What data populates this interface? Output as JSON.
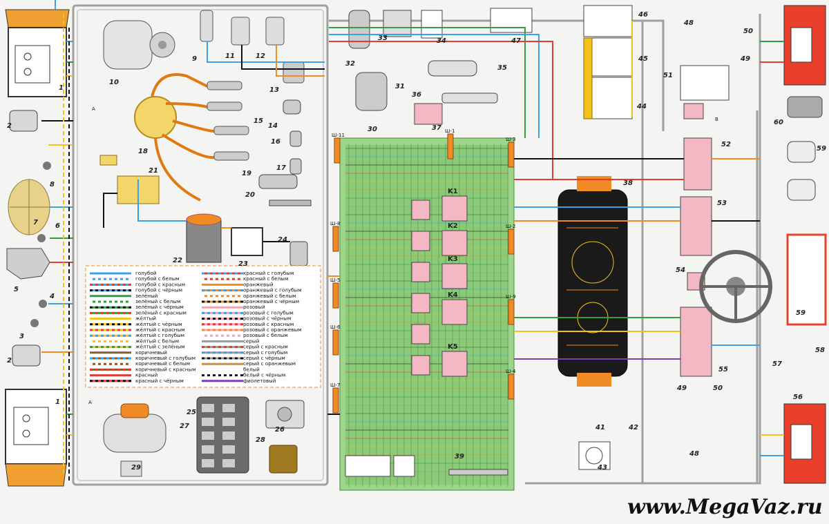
{
  "site": "www.MegaVaz.ru",
  "callouts": [
    {
      "id": "c1a",
      "text": "1"
    },
    {
      "id": "c1b",
      "text": "1"
    },
    {
      "id": "c2a",
      "text": "2"
    },
    {
      "id": "c2b",
      "text": "2"
    },
    {
      "id": "c3",
      "text": "3"
    },
    {
      "id": "c4",
      "text": "4"
    },
    {
      "id": "c5",
      "text": "5"
    },
    {
      "id": "c6",
      "text": "6"
    },
    {
      "id": "c7",
      "text": "7"
    },
    {
      "id": "c8",
      "text": "8"
    },
    {
      "id": "c9",
      "text": "9"
    },
    {
      "id": "c10",
      "text": "10"
    },
    {
      "id": "c11",
      "text": "11"
    },
    {
      "id": "c12",
      "text": "12"
    },
    {
      "id": "c13",
      "text": "13"
    },
    {
      "id": "c14",
      "text": "14"
    },
    {
      "id": "c15",
      "text": "15"
    },
    {
      "id": "c16",
      "text": "16"
    },
    {
      "id": "c17",
      "text": "17"
    },
    {
      "id": "c18",
      "text": "18"
    },
    {
      "id": "c19",
      "text": "19"
    },
    {
      "id": "c20",
      "text": "20"
    },
    {
      "id": "c21",
      "text": "21"
    },
    {
      "id": "c22",
      "text": "22"
    },
    {
      "id": "c23",
      "text": "23"
    },
    {
      "id": "c24",
      "text": "24"
    },
    {
      "id": "c25",
      "text": "25"
    },
    {
      "id": "c26",
      "text": "26"
    },
    {
      "id": "c27",
      "text": "27"
    },
    {
      "id": "c28",
      "text": "28"
    },
    {
      "id": "c29",
      "text": "29"
    },
    {
      "id": "c30",
      "text": "30"
    },
    {
      "id": "c31",
      "text": "31"
    },
    {
      "id": "c32",
      "text": "32"
    },
    {
      "id": "c33",
      "text": "33"
    },
    {
      "id": "c34",
      "text": "34"
    },
    {
      "id": "c35",
      "text": "35"
    },
    {
      "id": "c36",
      "text": "36"
    },
    {
      "id": "c37",
      "text": "37"
    },
    {
      "id": "c38",
      "text": "38"
    },
    {
      "id": "c39",
      "text": "39"
    },
    {
      "id": "c41",
      "text": "41"
    },
    {
      "id": "c42",
      "text": "42"
    },
    {
      "id": "c43",
      "text": "43"
    },
    {
      "id": "c44",
      "text": "44"
    },
    {
      "id": "c45",
      "text": "45"
    },
    {
      "id": "c46",
      "text": "46"
    },
    {
      "id": "c47",
      "text": "47"
    },
    {
      "id": "c48a",
      "text": "48"
    },
    {
      "id": "c48b",
      "text": "48"
    },
    {
      "id": "c49a",
      "text": "49"
    },
    {
      "id": "c49b",
      "text": "49"
    },
    {
      "id": "c50a",
      "text": "50"
    },
    {
      "id": "c50b",
      "text": "50"
    },
    {
      "id": "c51",
      "text": "51"
    },
    {
      "id": "c52",
      "text": "52"
    },
    {
      "id": "c53",
      "text": "53"
    },
    {
      "id": "c54",
      "text": "54"
    },
    {
      "id": "c55",
      "text": "55"
    },
    {
      "id": "c56",
      "text": "56"
    },
    {
      "id": "c57",
      "text": "57"
    },
    {
      "id": "c58",
      "text": "58"
    },
    {
      "id": "c59a",
      "text": "59"
    },
    {
      "id": "c59b",
      "text": "59"
    },
    {
      "id": "c60",
      "text": "60"
    }
  ],
  "connectors": [
    "Ш-11",
    "Ш-1",
    "Ш-3",
    "Ш-8",
    "Ш-2",
    "Ш-5",
    "Ш-9",
    "Ш-6",
    "Ш-7",
    "Ш-4"
  ],
  "relays": [
    "K1",
    "K2",
    "K3",
    "K4",
    "K5"
  ],
  "markers": [
    "A",
    "A",
    "B"
  ],
  "legend_left": [
    {
      "label": "голубой",
      "c1": "#3aa0e8",
      "c2": null
    },
    {
      "label": "голубой с белым",
      "c1": "#3aa0e8",
      "c2": "#ffffff"
    },
    {
      "label": "голубой с красным",
      "c1": "#3aa0e8",
      "c2": "#e53935"
    },
    {
      "label": "голубой с чёрным",
      "c1": "#3aa0e8",
      "c2": "#111111"
    },
    {
      "label": "зелёный",
      "c1": "#2e9e3e",
      "c2": null
    },
    {
      "label": "зелёный с белым",
      "c1": "#2e9e3e",
      "c2": "#ffffff"
    },
    {
      "label": "зелёный с чёрным",
      "c1": "#2e9e3e",
      "c2": "#111111"
    },
    {
      "label": "зелёный с красным",
      "c1": "#2e9e3e",
      "c2": "#e53935"
    },
    {
      "label": "жёлтый",
      "c1": "#f2c21b",
      "c2": null
    },
    {
      "label": "жёлтый с чёрным",
      "c1": "#f2c21b",
      "c2": "#111111"
    },
    {
      "label": "жёлтый с красным",
      "c1": "#f2c21b",
      "c2": "#e53935"
    },
    {
      "label": "жёлтый с голубым",
      "c1": "#f2c21b",
      "c2": "#3aa0e8"
    },
    {
      "label": "жёлтый с белым",
      "c1": "#f2c21b",
      "c2": "#ffffff"
    },
    {
      "label": "жёлтый с зелёным",
      "c1": "#f2c21b",
      "c2": "#2e9e3e"
    },
    {
      "label": "коричневый",
      "c1": "#8a5a2b",
      "c2": null
    },
    {
      "label": "коричневый с голубым",
      "c1": "#8a5a2b",
      "c2": "#3aa0e8"
    },
    {
      "label": "коричневый с белым",
      "c1": "#8a5a2b",
      "c2": "#ffffff"
    },
    {
      "label": "коричневый с красным",
      "c1": "#8a5a2b",
      "c2": "#e53935"
    },
    {
      "label": "красный",
      "c1": "#e53935",
      "c2": null
    },
    {
      "label": "красный с чёрным",
      "c1": "#e53935",
      "c2": "#111111"
    }
  ],
  "legend_right": [
    {
      "label": "красный с голубым",
      "c1": "#e53935",
      "c2": "#3aa0e8"
    },
    {
      "label": "красный с белым",
      "c1": "#e53935",
      "c2": "#ffffff"
    },
    {
      "label": "оранжевый",
      "c1": "#f08a24",
      "c2": null
    },
    {
      "label": "оранжевый с голубым",
      "c1": "#f08a24",
      "c2": "#3aa0e8"
    },
    {
      "label": "оранжевый с белым",
      "c1": "#f08a24",
      "c2": "#ffffff"
    },
    {
      "label": "оранжевый с чёрным",
      "c1": "#f08a24",
      "c2": "#111111"
    },
    {
      "label": "розовый",
      "c1": "#f2a3b5",
      "c2": null
    },
    {
      "label": "розовый с голубым",
      "c1": "#f2a3b5",
      "c2": "#3aa0e8"
    },
    {
      "label": "розовый с чёрным",
      "c1": "#f2a3b5",
      "c2": "#111111"
    },
    {
      "label": "розовый с красным",
      "c1": "#f2a3b5",
      "c2": "#e53935"
    },
    {
      "label": "розовый с оранжевым",
      "c1": "#f2a3b5",
      "c2": "#f08a24"
    },
    {
      "label": "розовый с белым",
      "c1": "#f2a3b5",
      "c2": "#ffffff"
    },
    {
      "label": "серый",
      "c1": "#9a9a9a",
      "c2": null
    },
    {
      "label": "серый с красным",
      "c1": "#9a9a9a",
      "c2": "#e53935"
    },
    {
      "label": "серый с голубым",
      "c1": "#9a9a9a",
      "c2": "#3aa0e8"
    },
    {
      "label": "серый с чёрным",
      "c1": "#9a9a9a",
      "c2": "#111111"
    },
    {
      "label": "серый с оранжевым",
      "c1": "#9a9a9a",
      "c2": "#f08a24"
    },
    {
      "label": "белый",
      "c1": "#ffffff",
      "c2": null
    },
    {
      "label": "белый с чёрным",
      "c1": "#ffffff",
      "c2": "#111111"
    },
    {
      "label": "фиолетовый",
      "c1": "#7b3fb0",
      "c2": null
    }
  ],
  "colors": {
    "frame": "#9a9a9a",
    "harness_green": "#8cc97a",
    "harness_dark": "#3f7d3a",
    "panel": "#1a1a1a",
    "relay_pink": "#f3b8c4",
    "orange": "#f08a24",
    "ivory": "#efe8cc"
  }
}
